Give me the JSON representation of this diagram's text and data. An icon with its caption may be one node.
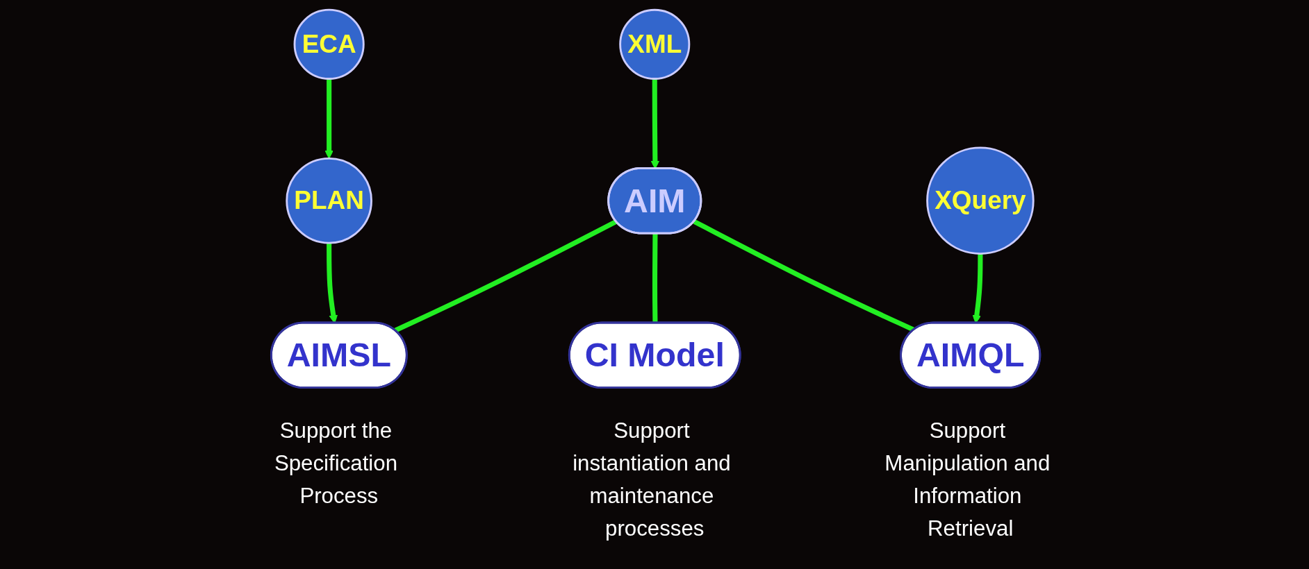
{
  "diagram": {
    "nodes": [
      {
        "text": [
          "ECA"
        ]
      },
      {
        "text": [
          "PLAN"
        ]
      },
      {
        "text": [
          "AIM"
        ]
      },
      {
        "text": [
          "XML"
        ]
      },
      {
        "text": [
          "XQuery"
        ]
      },
      {
        "text": [
          "AIMSL"
        ],
        "beside": [
          "Support the Specification Process"
        ]
      },
      {
        "text": [
          "CI Model"
        ],
        "beside": [
          "Support instantiation and maintenance processes"
        ]
      },
      {
        "text": [
          "AIMQL"
        ],
        "beside": [
          "Support Manipulation and Information Retrieval"
        ]
      }
    ],
    "edges": [
      {
        "from": 0,
        "to": 1,
        "arrow": "to"
      },
      {
        "from": 1,
        "to": 5,
        "arrow": "to"
      },
      {
        "from": 3,
        "to": 2,
        "arrow": "to"
      },
      {
        "from": 4,
        "to": 7,
        "arrow": "to"
      },
      {
        "from": 2,
        "to": 5,
        "arrow": "none"
      },
      {
        "from": 2,
        "to": 6,
        "arrow": "none"
      },
      {
        "from": 2,
        "to": 7,
        "arrow": "none"
      }
    ]
  }
}
